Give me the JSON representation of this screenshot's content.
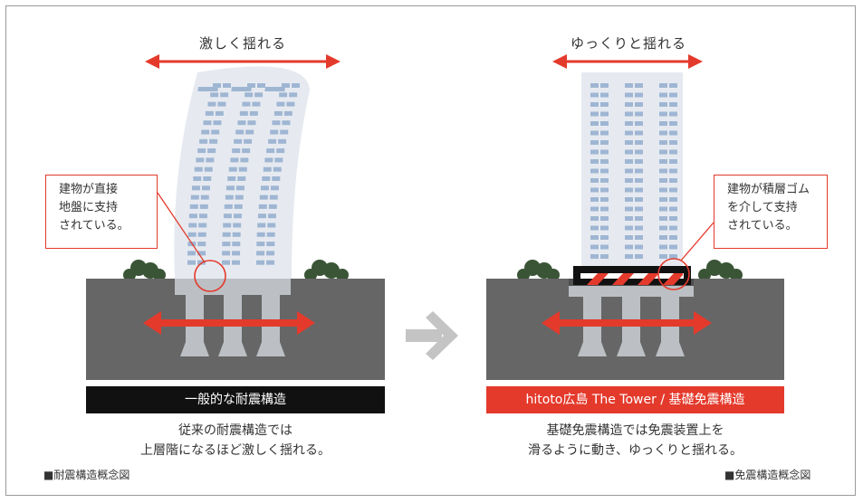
{
  "left": {
    "heading": "激しく揺れる",
    "note_lines": [
      "建物が直接",
      "地盤に支持",
      "されている。"
    ],
    "band_label": "一般的な耐震構造",
    "caption_lines": [
      "従来の耐震構造では",
      "上層階になるほど激しく揺れる。"
    ],
    "figure_label": "■耐震構造概念図"
  },
  "right": {
    "heading": "ゆっくりと揺れる",
    "note_lines": [
      "建物が積層ゴム",
      "を介して支持",
      "されている。"
    ],
    "band_label": "hitoto広島 The Tower / 基礎免震構造",
    "caption_lines": [
      "基礎免震構造では免震装置上を",
      "滑るように動き、ゆっくりと揺れる。"
    ],
    "figure_label": "■免震構造概念図"
  },
  "colors": {
    "accent_red": "#e43a2c",
    "ground": "#666666",
    "ground_dark": "#565656",
    "building": "#e6eaf0",
    "window": "#9fb6d3",
    "foundation": "#bcbfc3",
    "tree": "#3a5436",
    "band_dark": "#111111",
    "arrow_gray": "#c4c4c4"
  }
}
